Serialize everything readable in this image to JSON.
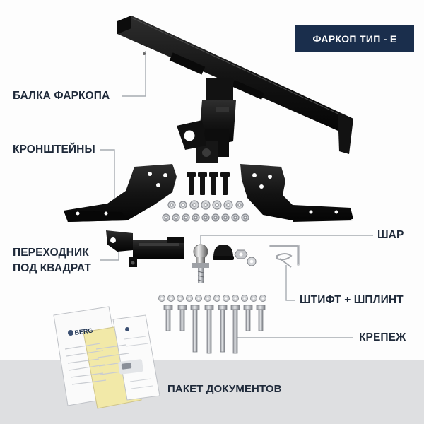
{
  "title": "ФАРКОП ТИП - Е",
  "labels": {
    "beam": "БАЛКА ФАРКОПА",
    "brackets": "КРОНШТЕЙНЫ",
    "adapter_line1": "ПЕРЕХОДНИК",
    "adapter_line2": "ПОД КВАДРАТ",
    "ball": "ШАР",
    "pin": "ШТИФТ + ШПЛИНТ",
    "fasteners": "КРЕПЕЖ",
    "documents": "ПАКЕТ ДОКУМЕНТОВ"
  },
  "documents": {
    "brand": "BERG"
  },
  "colors": {
    "badge": "#1a2e4c",
    "label_text": "#1f2a3a",
    "steel_black": "#151515",
    "leader_line": "#a7abb2",
    "footer_band": "#dedfe1",
    "certificate_yellow": "#f2e9a8"
  }
}
